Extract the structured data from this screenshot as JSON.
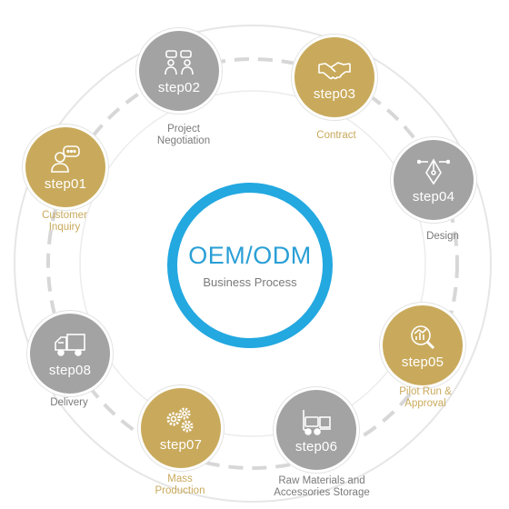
{
  "center": {
    "title": "OEM/ODM",
    "subtitle": "Business Process"
  },
  "steps": [
    {
      "label": "step01",
      "caption": "Customer\nInquiry",
      "icon": "customer-chat-icon",
      "tone": "gold"
    },
    {
      "label": "step02",
      "caption": "Project\nNegotiation",
      "icon": "negotiation-people-icon",
      "tone": "gray"
    },
    {
      "label": "step03",
      "caption": "Contract",
      "icon": "handshake-icon",
      "tone": "gold"
    },
    {
      "label": "step04",
      "caption": "Design",
      "icon": "pen-tool-icon",
      "tone": "gray"
    },
    {
      "label": "step05",
      "caption": "Pilot Run &\nApproval",
      "icon": "magnifier-chart-icon",
      "tone": "gold"
    },
    {
      "label": "step06",
      "caption": "Raw Materials and\nAccessories Storage",
      "icon": "forklift-icon",
      "tone": "gray"
    },
    {
      "label": "step07",
      "caption": "Mass\nProduction",
      "icon": "gears-icon",
      "tone": "gold"
    },
    {
      "label": "step08",
      "caption": "Delivery",
      "icon": "truck-icon",
      "tone": "gray"
    }
  ],
  "colors": {
    "gold": "#c9aa5c",
    "gray": "#a3a3a3",
    "accent": "#23a8e0",
    "caption": "#7a7a7a"
  }
}
